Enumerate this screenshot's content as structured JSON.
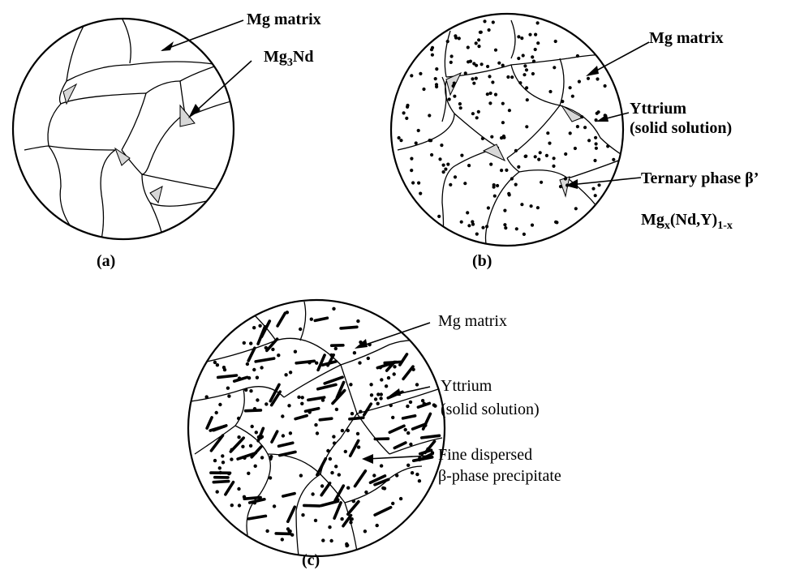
{
  "panel_a": {
    "caption": "(a)",
    "label_matrix": "Mg matrix",
    "label_phase_base": "Mg",
    "label_phase_sub": "3",
    "label_phase_tail": "Nd"
  },
  "panel_b": {
    "caption": "(b)",
    "label_matrix": "Mg matrix",
    "label_yttrium_1": "Yttrium",
    "label_yttrium_2": "(solid solution)",
    "label_ternary": "Ternary phase β’",
    "formula_base": "Mg",
    "formula_sub1": "x",
    "formula_mid": "(Nd,Y)",
    "formula_sub2": "1-x"
  },
  "panel_c": {
    "caption": "(c)",
    "label_matrix": "Mg matrix",
    "label_yttrium_1": "Yttrium",
    "label_yttrium_2": "(solid solution)",
    "label_precip_1": "Fine dispersed",
    "label_precip_2": "β-phase precipitate"
  }
}
